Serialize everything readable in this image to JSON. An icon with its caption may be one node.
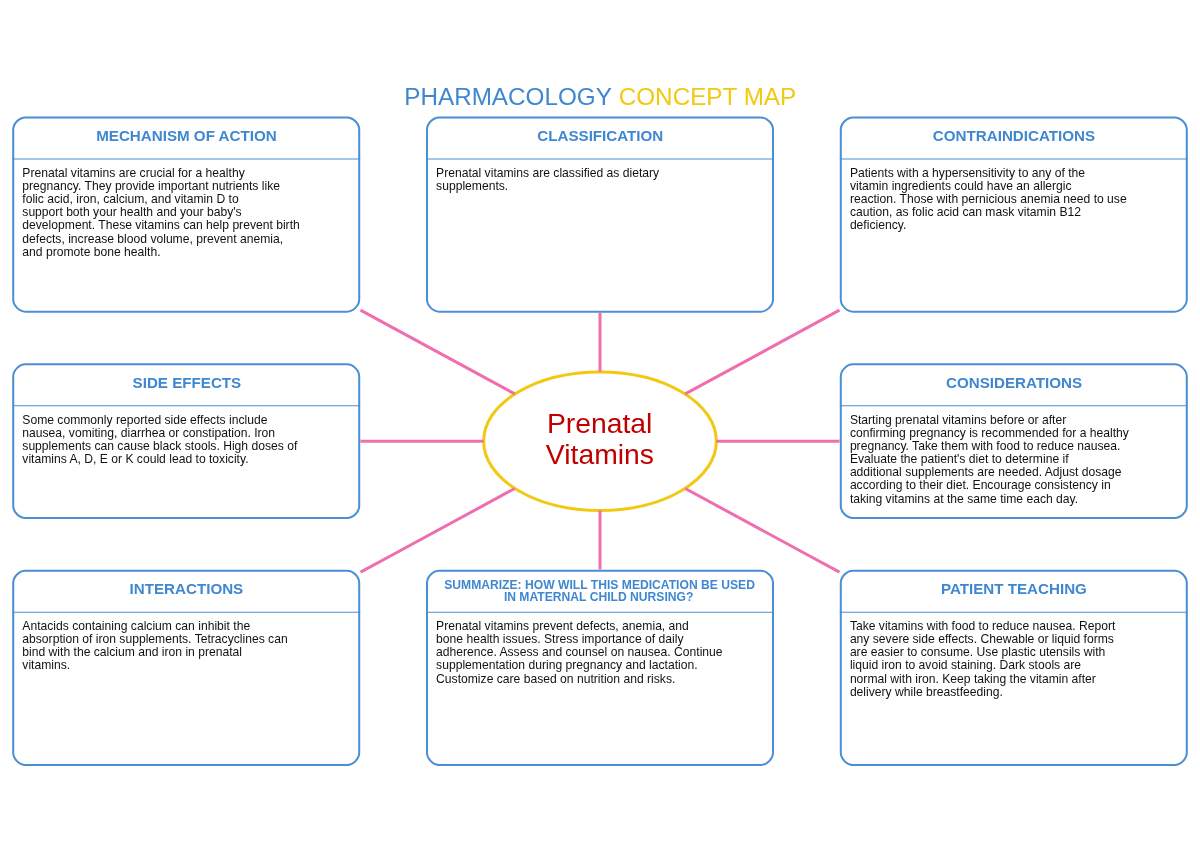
{
  "diagram": {
    "title": "PHARMACOLOGY CONCEPT MAP",
    "nodes": [
      {
        "text": [
          "MECHANISM OF ACTION",
          "Prenatal vitamins are crucial for a healthy pregnancy. They provide important nutrients like folic acid, iron, calcium, and vitamin D to support both your health and your baby's development. These vitamins can help prevent birth defects, increase blood volume, prevent anemia, and promote bone health."
        ]
      },
      {
        "text": [
          "CLASSIFICATION",
          "Prenatal vitamins are classified as dietary supplements."
        ]
      },
      {
        "text": [
          "CONTRAINDICATIONS",
          "Patients with a hypersensitivity to any of the vitamin ingredients could have an allergic reaction. Those with pernicious anemia need to use caution, as folic acid can mask vitamin B12 deficiency."
        ]
      },
      {
        "text": [
          "SIDE EFFECTS",
          "Some commonly reported side effects include nausea, vomiting, diarrhea or constipation. Iron supplements can cause black stools. High doses of vitamins A, D, E or K could lead to toxicity."
        ]
      },
      {
        "text": [
          "Prenatal Vitamins"
        ]
      },
      {
        "text": [
          "CONSIDERATIONS",
          "Starting prenatal vitamins before or after confirming pregnancy is recommended for a healthy pregnancy. Take them with food to reduce nausea. Evaluate the patient's diet to determine if additional supplements are needed. Adjust dosage according to their diet. Encourage consistency in taking vitamins at the same time each day."
        ]
      },
      {
        "text": [
          "INTERACTIONS",
          "Antacids containing calcium can inhibit the absorption of iron supplements. Tetracyclines can bind with the calcium and iron in prenatal vitamins."
        ]
      },
      {
        "text": [
          "SUMMARIZE: HOW WILL THIS MEDICATION BE USED IN MATERNAL CHILD NURSING?",
          "Prenatal vitamins prevent defects, anemia, and bone health issues. Stress importance of daily adherence. Assess and counsel on nausea. Continue supplementation during pregnancy and lactation. Customize care based on nutrition and risks."
        ]
      },
      {
        "text": [
          "PATIENT TEACHING",
          "Take vitamins with food to reduce nausea. Report any severe side effects. Chewable or liquid forms are easier to consume. Use plastic utensils with liquid iron to avoid staining. Dark stools are normal with iron. Keep taking the vitamin after delivery while breastfeeding."
        ]
      }
    ],
    "edges": [
      {
        "from": 4,
        "to": 0,
        "arrow": "none"
      },
      {
        "from": 4,
        "to": 1,
        "arrow": "none"
      },
      {
        "from": 4,
        "to": 2,
        "arrow": "none"
      },
      {
        "from": 4,
        "to": 3,
        "arrow": "none"
      },
      {
        "from": 4,
        "to": 5,
        "arrow": "none"
      },
      {
        "from": 4,
        "to": 6,
        "arrow": "none"
      },
      {
        "from": 4,
        "to": 7,
        "arrow": "none"
      },
      {
        "from": 4,
        "to": 8,
        "arrow": "none"
      }
    ]
  }
}
